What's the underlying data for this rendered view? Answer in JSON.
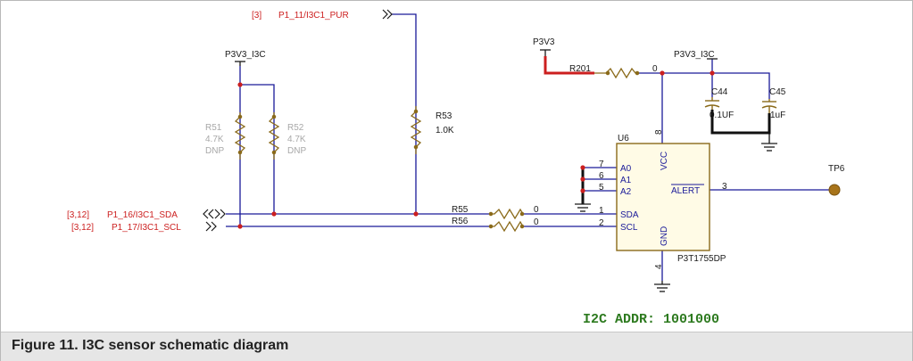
{
  "caption": "Figure 11. I3C sensor schematic diagram",
  "nets": {
    "pur": {
      "ref": "[3]",
      "name": "P1_11/I3C1_PUR"
    },
    "sda": {
      "ref": "[3,12]",
      "name": "P1_16/I3C1_SDA"
    },
    "scl": {
      "ref": "[3,12]",
      "name": "P1_17/I3C1_SCL"
    }
  },
  "power": {
    "left": "P3V3_I3C",
    "p3v3": "P3V3",
    "right": "P3V3_I3C"
  },
  "resistors": {
    "r51": {
      "ref": "R51",
      "value": "4.7K",
      "note": "DNP"
    },
    "r52": {
      "ref": "R52",
      "value": "4.7K",
      "note": "DNP"
    },
    "r53": {
      "ref": "R53",
      "value": "1.0K"
    },
    "r55": {
      "ref": "R55",
      "value": "0"
    },
    "r56": {
      "ref": "R56",
      "value": "0"
    },
    "r201": {
      "ref": "R201",
      "value": "0"
    }
  },
  "capacitors": {
    "c44": {
      "ref": "C44",
      "value": "0.1UF"
    },
    "c45": {
      "ref": "C45",
      "value": "1uF"
    }
  },
  "ic": {
    "ref": "U6",
    "part": "P3T1755DP",
    "pins": {
      "vcc": {
        "name": "VCC",
        "num": "8"
      },
      "a0": {
        "name": "A0",
        "num": "7"
      },
      "a1": {
        "name": "A1",
        "num": "6"
      },
      "a2": {
        "name": "A2",
        "num": "5"
      },
      "sda": {
        "name": "SDA",
        "num": "1"
      },
      "scl": {
        "name": "SCL",
        "num": "2"
      },
      "alert": {
        "name": "ALERT",
        "num": "3"
      },
      "gnd": {
        "name": "GND",
        "num": "4"
      }
    }
  },
  "testpoint": "TP6",
  "address_note": "I2C ADDR: 1001000",
  "colors": {
    "wire": "#1a1a99",
    "net_label": "#cc1f1f",
    "component": "#8a6a1a",
    "highlight": "#cc1f1f",
    "dnp": "#a8a8a8",
    "note": "#2d7a1f"
  }
}
